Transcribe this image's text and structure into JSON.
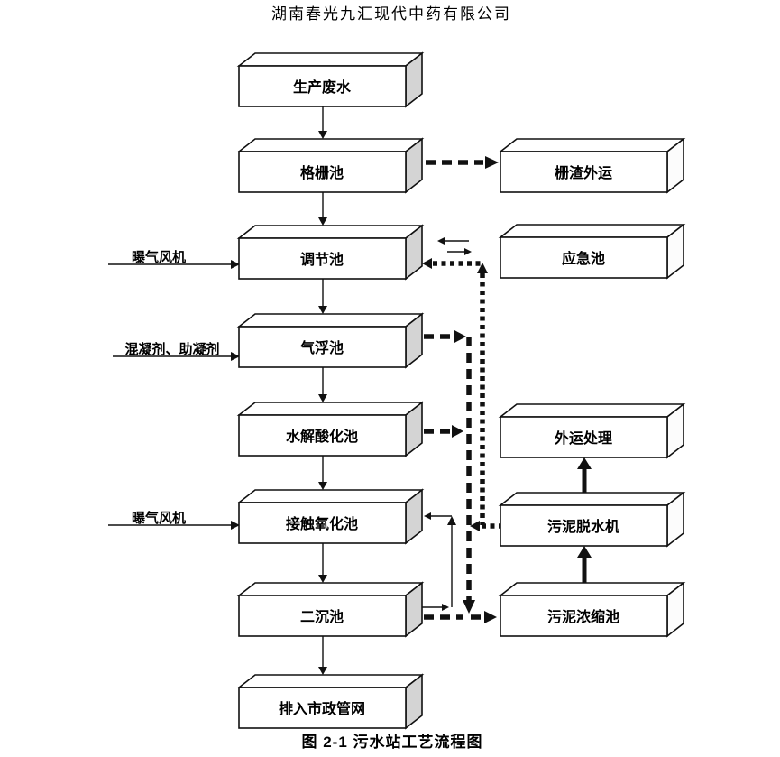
{
  "page": {
    "company_title": "湖南春光九汇现代中药有限公司",
    "caption": "图 2-1 污水站工艺流程图"
  },
  "nodes": {
    "production_wastewater": "生产废水",
    "grid_pool": "格栅池",
    "regulating_pool": "调节池",
    "air_flotation_pool": "气浮池",
    "hydrolysis_acidification_pool": "水解酸化池",
    "contact_oxidation_pool": "接触氧化池",
    "secondary_sedimentation_pool": "二沉池",
    "municipal_pipe_network": "排入市政管网",
    "grid_residue_transport": "栅渣外运",
    "emergency_pool": "应急池",
    "outward_treatment": "外运处理",
    "sludge_dewatering_machine": "污泥脱水机",
    "sludge_thickening_pool": "污泥浓缩池"
  },
  "inputs": {
    "aeration_blower_1": "曝气风机",
    "coagulant_label": "混凝剂、助凝剂",
    "aeration_blower_2": "曝气风机"
  },
  "edges": [
    {
      "from": "生产废水",
      "to": "格栅池",
      "style": "solid-arrow"
    },
    {
      "from": "格栅池",
      "to": "栅渣外运",
      "style": "bold-dashed-arrow"
    },
    {
      "from": "格栅池",
      "to": "调节池",
      "style": "solid-arrow"
    },
    {
      "from": "曝气风机",
      "to": "调节池",
      "style": "solid-arrow"
    },
    {
      "from": "调节池",
      "to": "应急池",
      "style": "double-small-arrows-bidirectional"
    },
    {
      "from": "调节池",
      "to": "气浮池",
      "style": "solid-arrow"
    },
    {
      "from": "混凝剂、助凝剂",
      "to": "气浮池",
      "style": "solid-arrow"
    },
    {
      "from": "气浮池",
      "to": "污泥浓缩池",
      "style": "bold-dashed-arrow-via-sludge-line"
    },
    {
      "from": "气浮池",
      "to": "水解酸化池",
      "style": "solid-arrow"
    },
    {
      "from": "水解酸化池",
      "to": "污泥浓缩池",
      "style": "bold-dashed-arrow-via-sludge-line"
    },
    {
      "from": "水解酸化池",
      "to": "接触氧化池",
      "style": "solid-arrow"
    },
    {
      "from": "曝气风机",
      "to": "接触氧化池",
      "style": "solid-arrow"
    },
    {
      "from": "接触氧化池",
      "to": "二沉池",
      "style": "solid-arrow"
    },
    {
      "from": "二沉池",
      "to": "接触氧化池",
      "style": "solid-return-arrow"
    },
    {
      "from": "二沉池",
      "to": "污泥浓缩池",
      "style": "bold-dashed-arrow"
    },
    {
      "from": "二沉池",
      "to": "排入市政管网",
      "style": "solid-arrow"
    },
    {
      "from": "污泥浓缩池",
      "to": "污泥脱水机",
      "style": "thick-solid-arrow"
    },
    {
      "from": "污泥脱水机",
      "to": "外运处理",
      "style": "thick-solid-arrow"
    },
    {
      "from": "污泥脱水机",
      "to": "调节池",
      "style": "bold-dotted-return-arrow"
    }
  ],
  "colors": {
    "line": "#111111",
    "box_front": "#ffffff",
    "box_side_main_column": "#d4d4d4",
    "box_side_right_column": "#fcfcfc",
    "background": "#ffffff"
  }
}
